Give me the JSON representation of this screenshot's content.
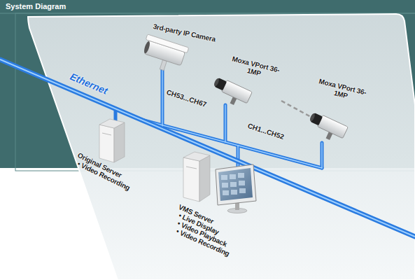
{
  "diagram": {
    "title": "System Diagram",
    "nodes": [
      {
        "text": [
          "3rd-party IP Camera"
        ]
      },
      {
        "text": [
          "Moxa VPort 36-1MP"
        ]
      },
      {
        "text": [
          "Moxa VPort 36-1MP"
        ]
      },
      {
        "text": [
          "Original Server",
          "• Video Recording"
        ]
      },
      {
        "text": [
          "VMS Server",
          "• Live Display",
          "• Video Playback",
          "• Video Recording"
        ]
      }
    ],
    "edges": [
      {
        "from": 1,
        "to": 2,
        "arrow": "none"
      }
    ],
    "labels": [
      "Ethernet",
      "CH53...CH67",
      "CH1...CH52"
    ]
  }
}
